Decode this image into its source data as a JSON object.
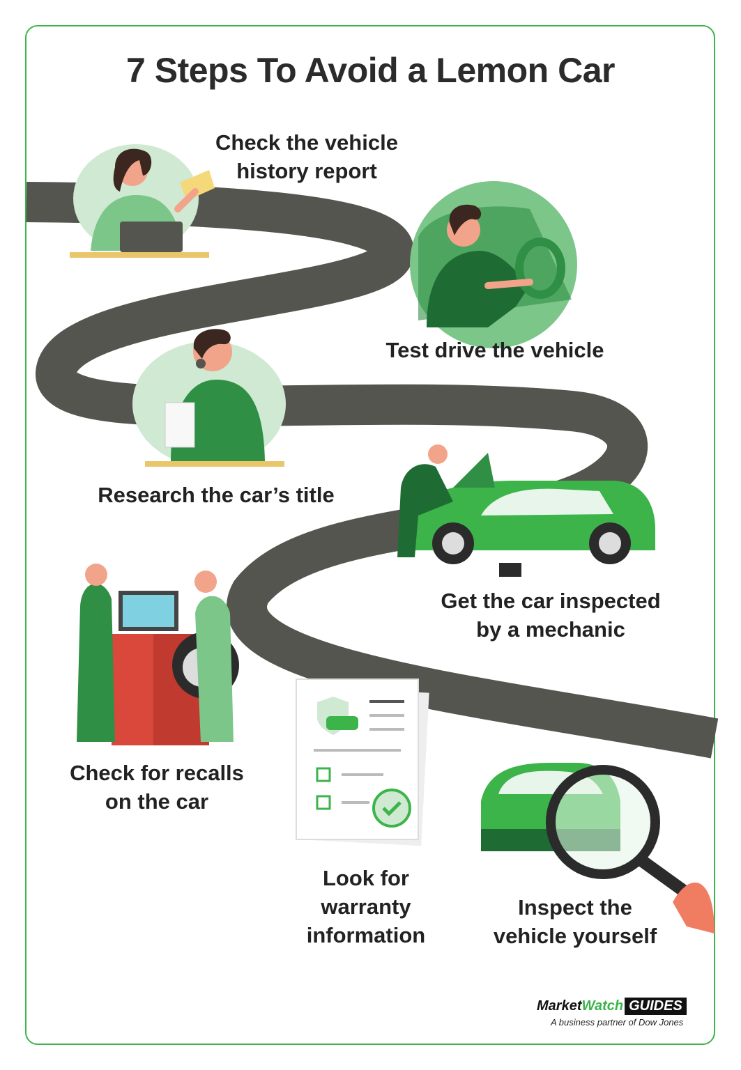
{
  "title": "7 Steps To Avoid a Lemon Car",
  "steps": [
    {
      "id": "history",
      "lines": [
        "Check the vehicle",
        "history report"
      ]
    },
    {
      "id": "test-drive",
      "lines": [
        "Test drive the vehicle"
      ]
    },
    {
      "id": "title",
      "lines": [
        "Research the car’s title"
      ]
    },
    {
      "id": "mechanic",
      "lines": [
        "Get the car inspected",
        "by a mechanic"
      ]
    },
    {
      "id": "recalls",
      "lines": [
        "Check for recalls",
        "on the car"
      ]
    },
    {
      "id": "warranty",
      "lines": [
        "Look for",
        "warranty",
        "information"
      ]
    },
    {
      "id": "inspect",
      "lines": [
        "Inspect the",
        "vehicle yourself"
      ]
    }
  ],
  "brand": {
    "name_part1": "Market",
    "name_part2": "Watch",
    "name_part3": "GUIDES",
    "tagline": "A business partner of Dow Jones"
  },
  "colors": {
    "road": "#555550",
    "green": "#3cb44a",
    "dark_green": "#1f6b34",
    "light_green": "#cfe9d2",
    "red": "#d9483b"
  },
  "icons": [
    "laptop-woman-icon",
    "driver-icon",
    "phone-man-icon",
    "mechanic-car-icon",
    "tire-machine-icon",
    "warranty-document-icon",
    "magnifier-car-icon"
  ]
}
